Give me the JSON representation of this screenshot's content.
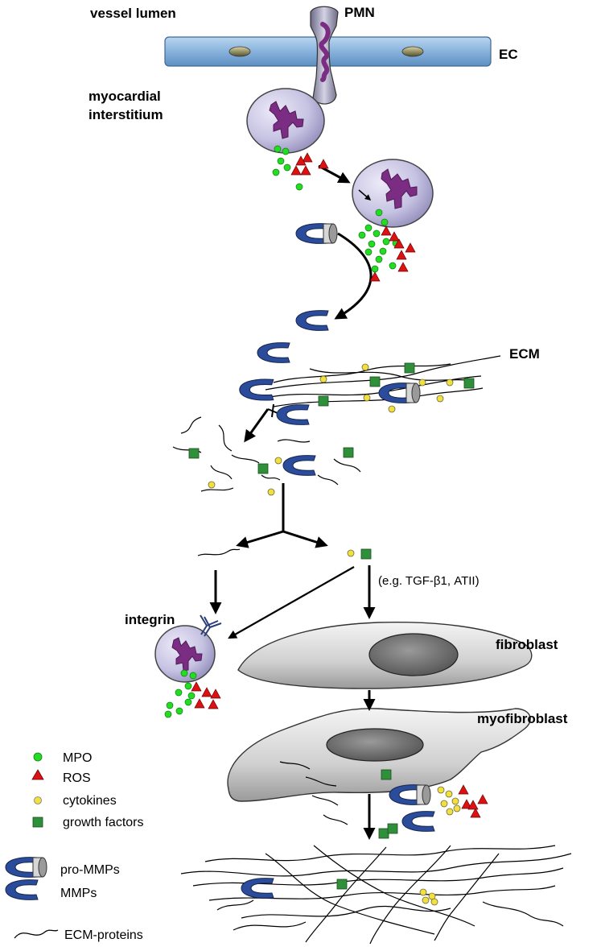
{
  "labels": {
    "vessel_lumen": "vessel lumen",
    "pmn": "PMN",
    "ec": "EC",
    "myocardial_line1": "myocardial",
    "myocardial_line2": "interstitium",
    "ecm": "ECM",
    "growth_factor_examples": "(e.g. TGF-β1, ATII)",
    "integrin": "integrin",
    "fibroblast": "fibroblast",
    "myofibroblast": "myofibroblast"
  },
  "legend": {
    "mpo": "MPO",
    "ros": "ROS",
    "cytokines": "cytokines",
    "growth_factors": "growth factors",
    "pro_mmps": "pro-MMPs",
    "mmps": "MMPs",
    "ecm_proteins": "ECM-proteins"
  },
  "colors": {
    "mpo": "#22dd22",
    "ros": "#dd1111",
    "cytokine": "#f2e040",
    "growth_factor": "#2f8f3a",
    "mmp": "#2a4c9a",
    "nucleus": "#7a2d82",
    "cell": "#c8c4e4",
    "vessel": "#8fb8e0"
  }
}
